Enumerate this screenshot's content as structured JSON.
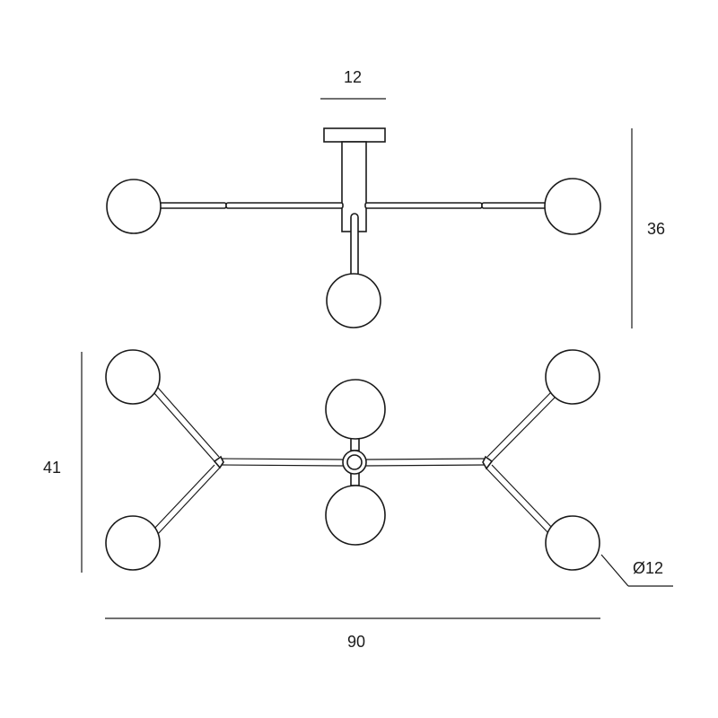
{
  "dimensions": {
    "canopy_width": "12",
    "side_height": "36",
    "top_depth": "41",
    "overall_width": "90",
    "globe_diameter": "Ø12"
  }
}
